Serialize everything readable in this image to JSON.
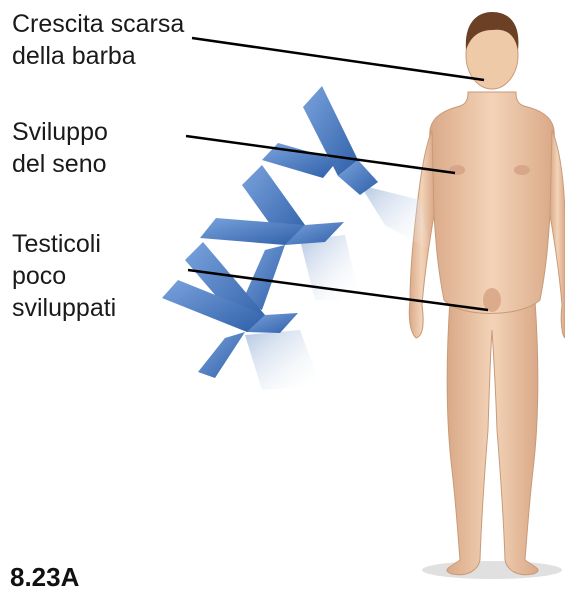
{
  "labels": {
    "beard": [
      "Crescita scarsa",
      "della barba"
    ],
    "breast": [
      "Sviluppo",
      "del seno"
    ],
    "testes": [
      "Testicoli",
      "poco",
      "sviluppati"
    ]
  },
  "chromosomes": [
    "X",
    "X",
    "Y"
  ],
  "figure_number": "8.23A",
  "colors": {
    "chromosome": "#3f6fb8",
    "chromosome_light": "#6f9ad8",
    "skin": "#ecc6a6",
    "skin_shadow": "#d6a582",
    "hair": "#6b4024",
    "leader_line": "#000000"
  }
}
